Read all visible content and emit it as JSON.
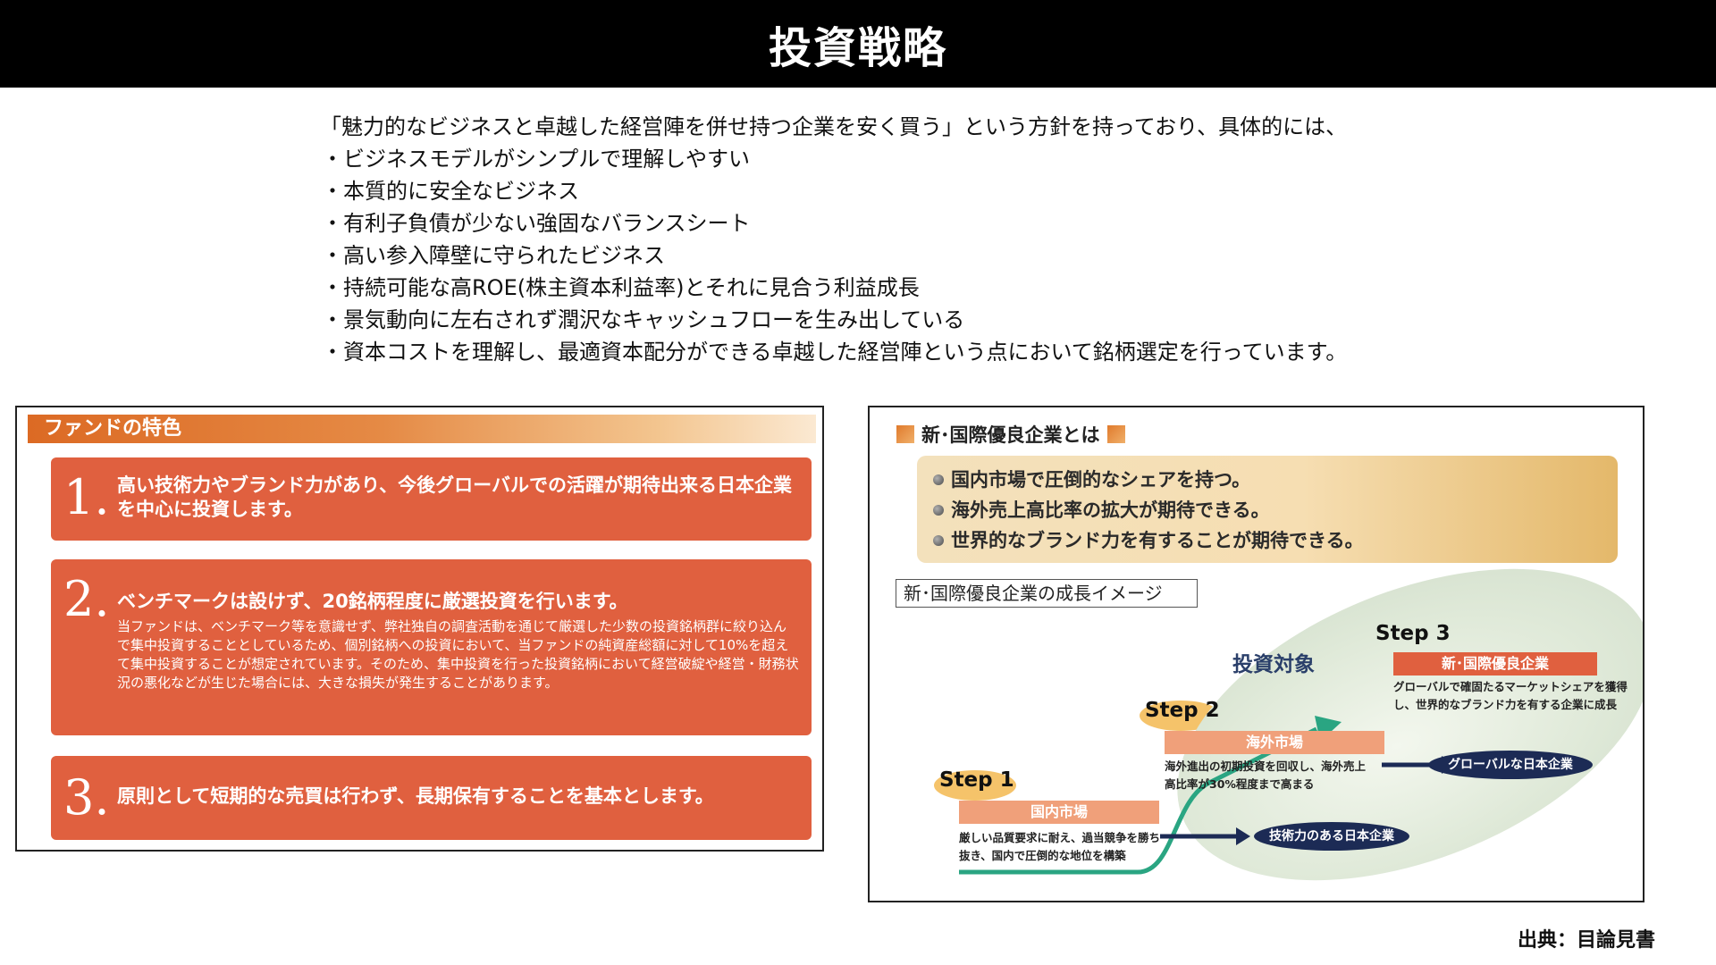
{
  "header": {
    "title": "投資戦略"
  },
  "intro": {
    "lead": "「魅力的なビジネスと卓越した経営陣を併せ持つ企業を安く買う」という方針を持っており、具体的には、",
    "bullets": [
      "・ビジネスモデルがシンプルで理解しやすい",
      "・本質的に安全なビジネス",
      "・有利子負債が少ない強固なバランスシート",
      "・高い参入障壁に守られたビジネス",
      "・持続可能な高ROE(株主資本利益率)とそれに見合う利益成長",
      "・景気動向に左右されず潤沢なキャッシュフローを生み出している",
      "・資本コストを理解し、最適資本配分ができる卓越した経営陣という点において銘柄選定を行っています。"
    ]
  },
  "fund_features": {
    "title": "ファンドの特色",
    "cards": [
      {
        "num": "1.",
        "head": "高い技術力やブランド力があり、今後グローバルでの活躍が期待出来る日本企業を中心に投資します。",
        "detail": ""
      },
      {
        "num": "2.",
        "head": "ベンチマークは設けず、20銘柄程度に厳選投資を行います。",
        "detail": "当ファンドは、ベンチマーク等を意識せず、弊社独自の調査活動を通じて厳選した少数の投資銘柄群に絞り込んで集中投資することとしているため、個別銘柄への投資において、当ファンドの純資産総額に対して10%を超えて集中投資することが想定されています。そのため、集中投資を行った投資銘柄において経営破綻や経営・財務状況の悪化などが生じた場合には、大きな損失が発生することがあります。"
      },
      {
        "num": "3.",
        "head": "原則として短期的な売買は行わず、長期保有することを基本とします。",
        "detail": ""
      }
    ]
  },
  "intl": {
    "title": "新･国際優良企業とは",
    "points": [
      "国内市場で圧倒的なシェアを持つ。",
      "海外売上高比率の拡大が期待できる。",
      "世界的なブランド力を有することが期待できる。"
    ],
    "image_label": "新･国際優良企業の成長イメージ",
    "investment_target": "投資対象",
    "steps": [
      {
        "label": "Step 1",
        "bar": "国内市場",
        "desc": "厳しい品質要求に耐え、過当競争を勝ち抜き、国内で圧倒的な地位を構築"
      },
      {
        "label": "Step 2",
        "bar": "海外市場",
        "desc": "海外進出の初期投資を回収し、海外売上高比率が30%程度まで高まる"
      },
      {
        "label": "Step 3",
        "bar": "新･国際優良企業",
        "desc": "グローバルで確固たるマーケットシェアを獲得し、世界的なブランド力を有する企業に成長"
      }
    ],
    "pills": [
      "技術力のある日本企業",
      "グローバルな日本企業"
    ],
    "colors": {
      "bar": "#f0a07a",
      "bar_step3": "#e0603f",
      "arrow": "#2aa582",
      "pill": "#1c2b55"
    }
  },
  "source": "出典：目論見書"
}
